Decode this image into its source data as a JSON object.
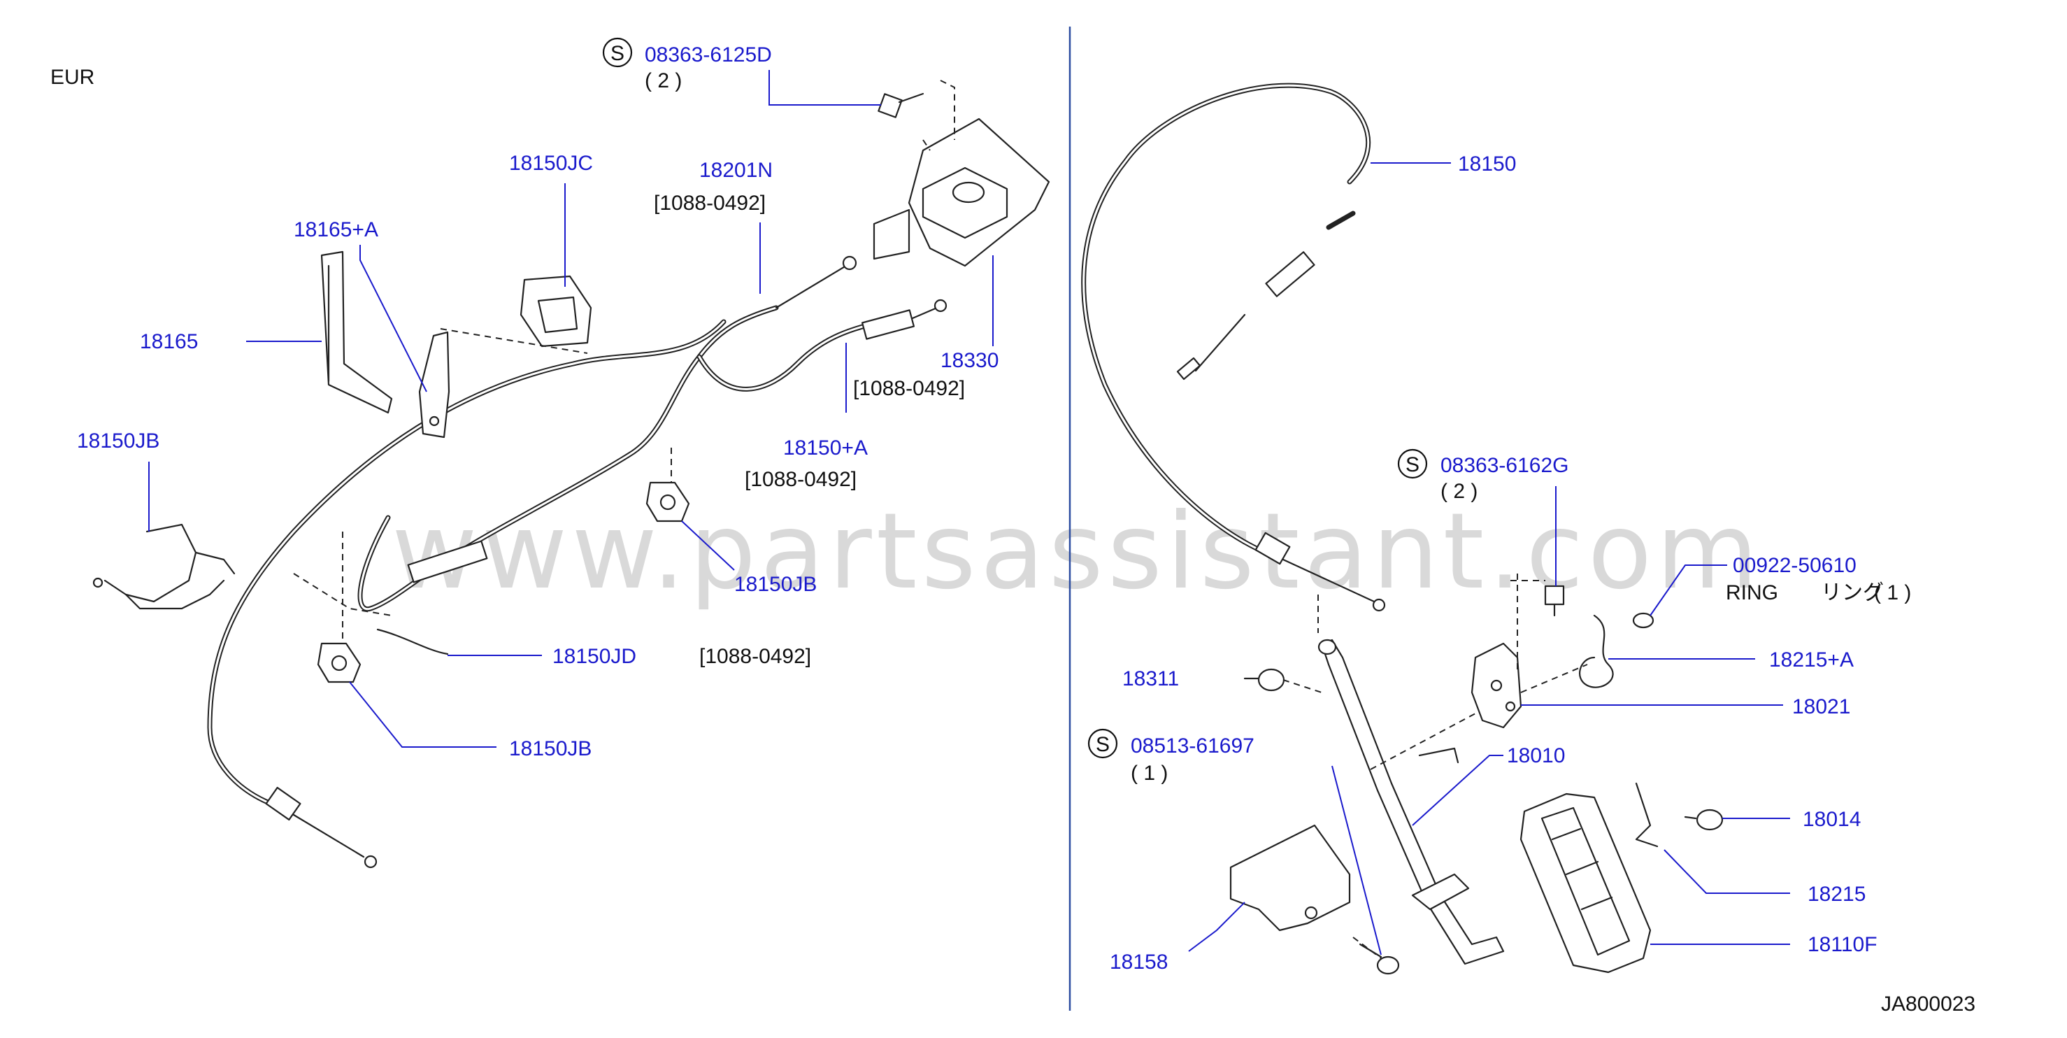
{
  "region_label": "EUR",
  "diagram_code": "JA800023",
  "watermark": "www.partsassistant.com",
  "screw_symbol": "S",
  "callouts": {
    "c18165A": "18165+A",
    "c18165": "18165",
    "c18150JC": "18150JC",
    "c18201N": "18201N",
    "c18201N_range": "[1088-0492]",
    "c08363_6125D": "08363-6125D",
    "c08363_6125D_qty": "( 2 )",
    "c18330": "18330",
    "c18330_range": "[1088-0492]",
    "c18150A": "18150+A",
    "c18150A_range": "[1088-0492]",
    "c18150JB_a": "18150JB",
    "c18150JB_b": "18150JB",
    "c18150JB_c": "18150JB",
    "c18150JD": "18150JD",
    "c18150JD_range": "[1088-0492]",
    "c18150": "18150",
    "c08363_6162G": "08363-6162G",
    "c08363_6162G_qty": "( 2 )",
    "c00922_50610": "00922-50610",
    "c00922_ring": "RING",
    "c00922_ring_jp": "リング",
    "c00922_qty": "( 1 )",
    "c18215A": "18215+A",
    "c18021": "18021",
    "c18311": "18311",
    "c08513_61697": "08513-61697",
    "c08513_61697_qty": "( 1 )",
    "c18010": "18010",
    "c18014": "18014",
    "c18215": "18215",
    "c18158": "18158",
    "c18110F": "18110F"
  },
  "colors": {
    "callout_text": "#1a1acc",
    "plain_text": "#111111",
    "separator": "#2b4ca0",
    "watermark": "#d9d9d9"
  }
}
